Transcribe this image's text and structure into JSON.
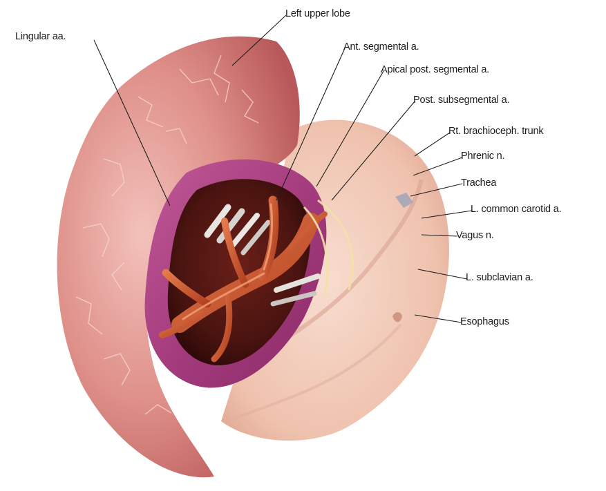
{
  "figure": {
    "labels": {
      "lingular_aa": "Lingular aa.",
      "left_upper_lobe": "Left upper lobe",
      "ant_segmental_a": "Ant. segmental a.",
      "apical_post_segmental_a": "Apical post. segmental a.",
      "post_subsegmental_a": "Post. subsegmental a.",
      "rt_brachioceph_trunk": "Rt. brachioceph. trunk",
      "phrenic_n": "Phrenic n.",
      "trachea": "Trachea",
      "l_common_carotid_a": "L. common carotid a.",
      "vagus_n": "Vagus n.",
      "l_subclavian_a": "L. subclavian a.",
      "esophagus": "Esophagus"
    }
  }
}
